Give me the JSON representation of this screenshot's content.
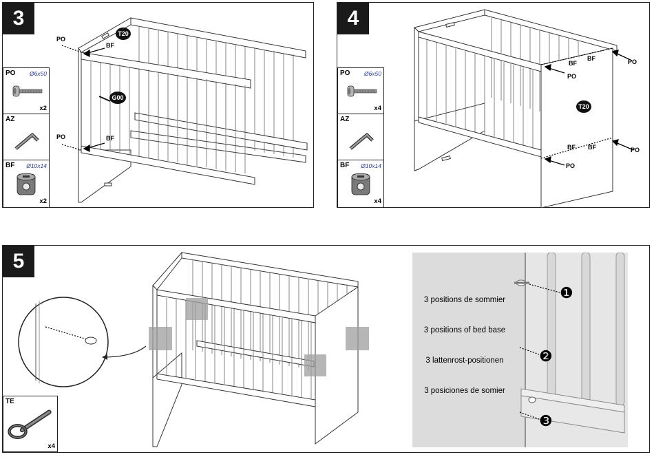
{
  "steps": [
    {
      "number": "3",
      "parts": [
        {
          "code": "PO",
          "dim": "Ø6x50",
          "qty": "x2",
          "icon": "bolt-icon"
        },
        {
          "code": "AZ",
          "dim": "",
          "qty": "",
          "icon": "allen-key-icon"
        },
        {
          "code": "BF",
          "dim": "Ø10x14",
          "qty": "x2",
          "icon": "barrel-nut-icon"
        }
      ],
      "callouts": {
        "po": "PO",
        "bf": "BF",
        "t20": "T20",
        "g00": "G00"
      }
    },
    {
      "number": "4",
      "parts": [
        {
          "code": "PO",
          "dim": "Ø6x50",
          "qty": "x4",
          "icon": "bolt-icon"
        },
        {
          "code": "AZ",
          "dim": "",
          "qty": "",
          "icon": "allen-key-icon"
        },
        {
          "code": "BF",
          "dim": "Ø10x14",
          "qty": "x4",
          "icon": "barrel-nut-icon"
        }
      ],
      "callouts": {
        "po": "PO",
        "bf": "BF",
        "t20": "T20"
      }
    },
    {
      "number": "5",
      "parts": [
        {
          "code": "TE",
          "dim": "",
          "qty": "x4",
          "icon": "eye-bolt-icon"
        }
      ],
      "inset": {
        "labels": [
          "3 positions de sommier",
          "3 positions of bed base",
          "3 lattenrost-positionen",
          "3 posiciones de somier"
        ],
        "markers": [
          "❶",
          "❷",
          "❸"
        ]
      }
    }
  ]
}
